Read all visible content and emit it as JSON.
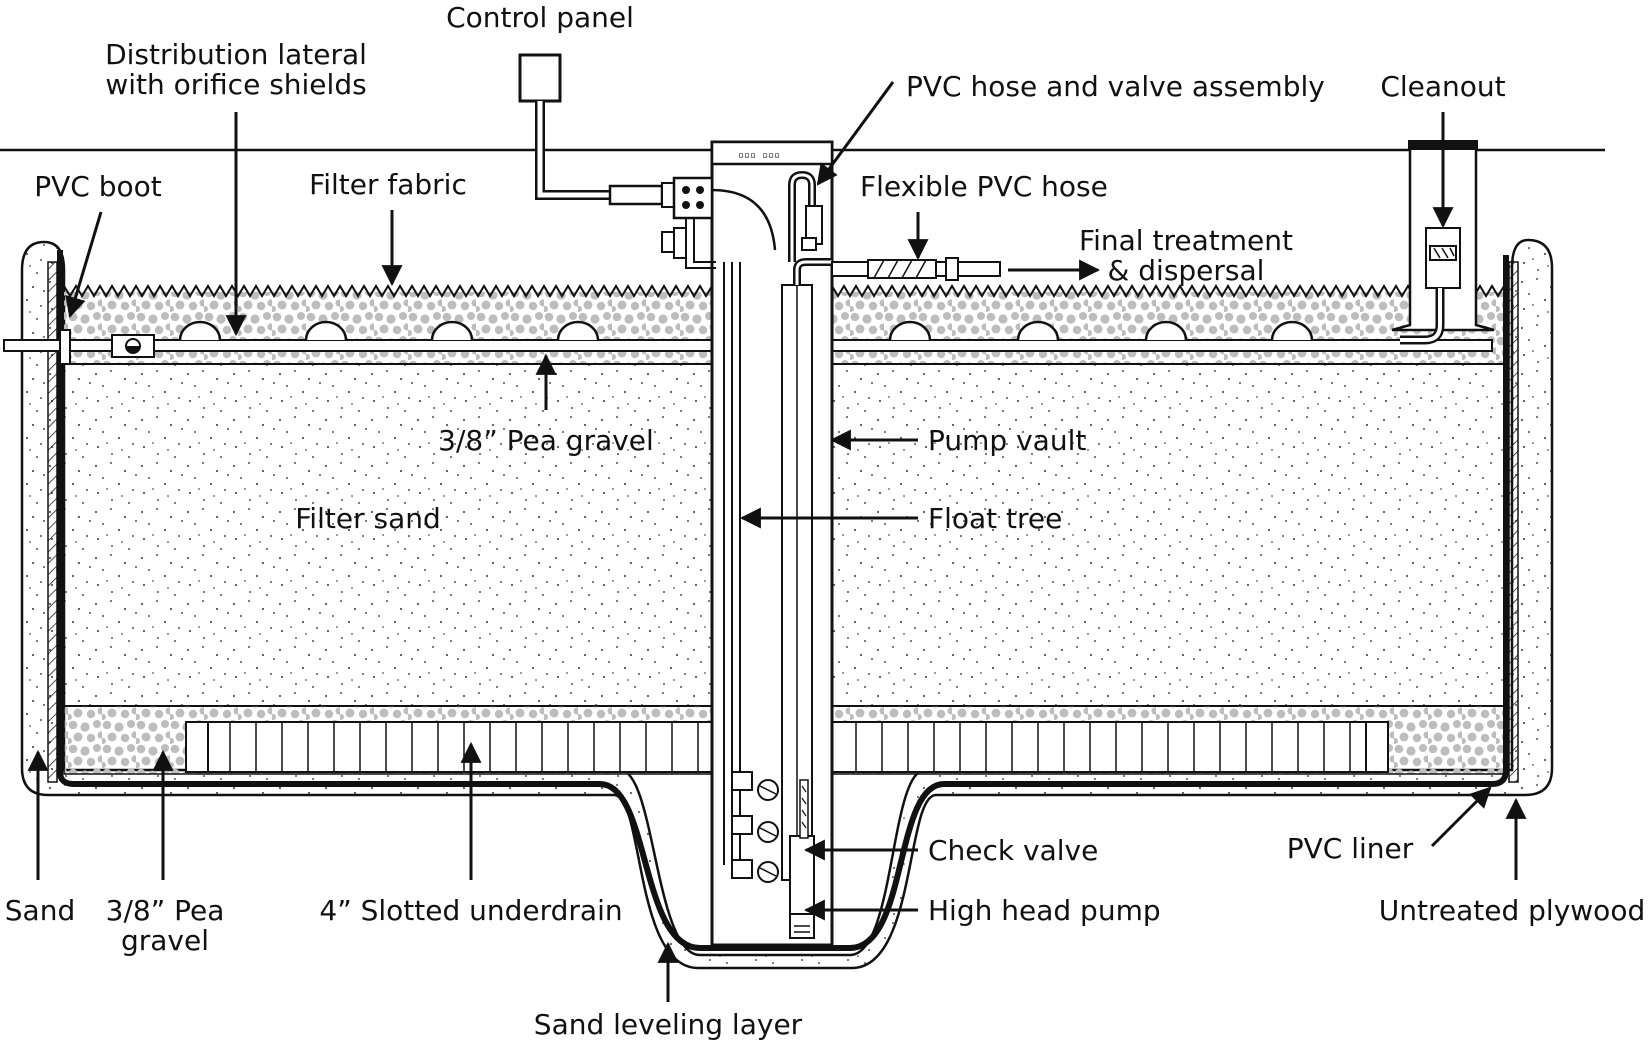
{
  "labels": {
    "control_panel": "Control panel",
    "distribution_lateral_1": "Distribution lateral",
    "distribution_lateral_2": "with orifice shields",
    "pvc_hose_valve": "PVC hose and valve assembly",
    "cleanout": "Cleanout",
    "pvc_boot": "PVC boot",
    "filter_fabric": "Filter fabric",
    "flexible_pvc_hose": "Flexible PVC hose",
    "final_treatment_1": "Final treatment",
    "final_treatment_2": "& dispersal",
    "pea_gravel_top": "3/8” Pea gravel",
    "pump_vault": "Pump vault",
    "filter_sand": "Filter sand",
    "float_tree": "Float tree",
    "check_valve": "Check valve",
    "pvc_liner": "PVC liner",
    "sand": "Sand",
    "pea_gravel_bottom_1": "3/8” Pea",
    "pea_gravel_bottom_2": "gravel",
    "slotted_underdrain": "4” Slotted underdrain",
    "high_head_pump": "High head pump",
    "untreated_plywood": "Untreated plywood",
    "sand_leveling_layer": "Sand leveling layer"
  },
  "colors": {
    "line": "#111111",
    "gravel": "#bdbdbd",
    "background": "#ffffff"
  }
}
